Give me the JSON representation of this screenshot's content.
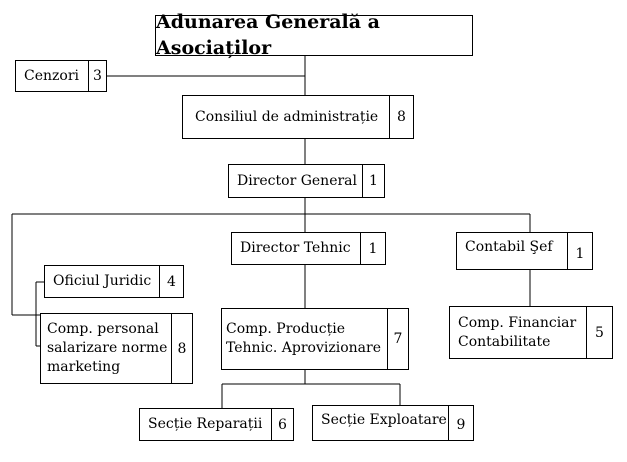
{
  "title": "Adunarea Generală a Asociaților",
  "boxes": {
    "cenzori": {
      "label": "Cenzori",
      "num": "3"
    },
    "consiliu": {
      "label": "Consiliul de administrație",
      "num": "8"
    },
    "director_general": {
      "label": "Director General",
      "num": "1"
    },
    "director_tehnic": {
      "label": "Director Tehnic",
      "num": "1"
    },
    "contabil_sef": {
      "label": "Contabil Şef",
      "num": "1"
    },
    "oficiul_juridic": {
      "label": "Oficiul Juridic",
      "num": "4"
    },
    "comp_personal": {
      "label": "Comp. personal\nsalarizare norme\nmarketing",
      "num": "8"
    },
    "comp_productie": {
      "label": "Comp. Producție\nTehnic. Aprovizionare",
      "num": "7"
    },
    "comp_financiar": {
      "label": "Comp. Financiar\nContabilitate",
      "num": "5"
    },
    "sectie_reparatii": {
      "label": "Secție Reparații",
      "num": "6"
    },
    "sectie_exploatare": {
      "label": "Secție Exploatare",
      "num": "9"
    }
  }
}
